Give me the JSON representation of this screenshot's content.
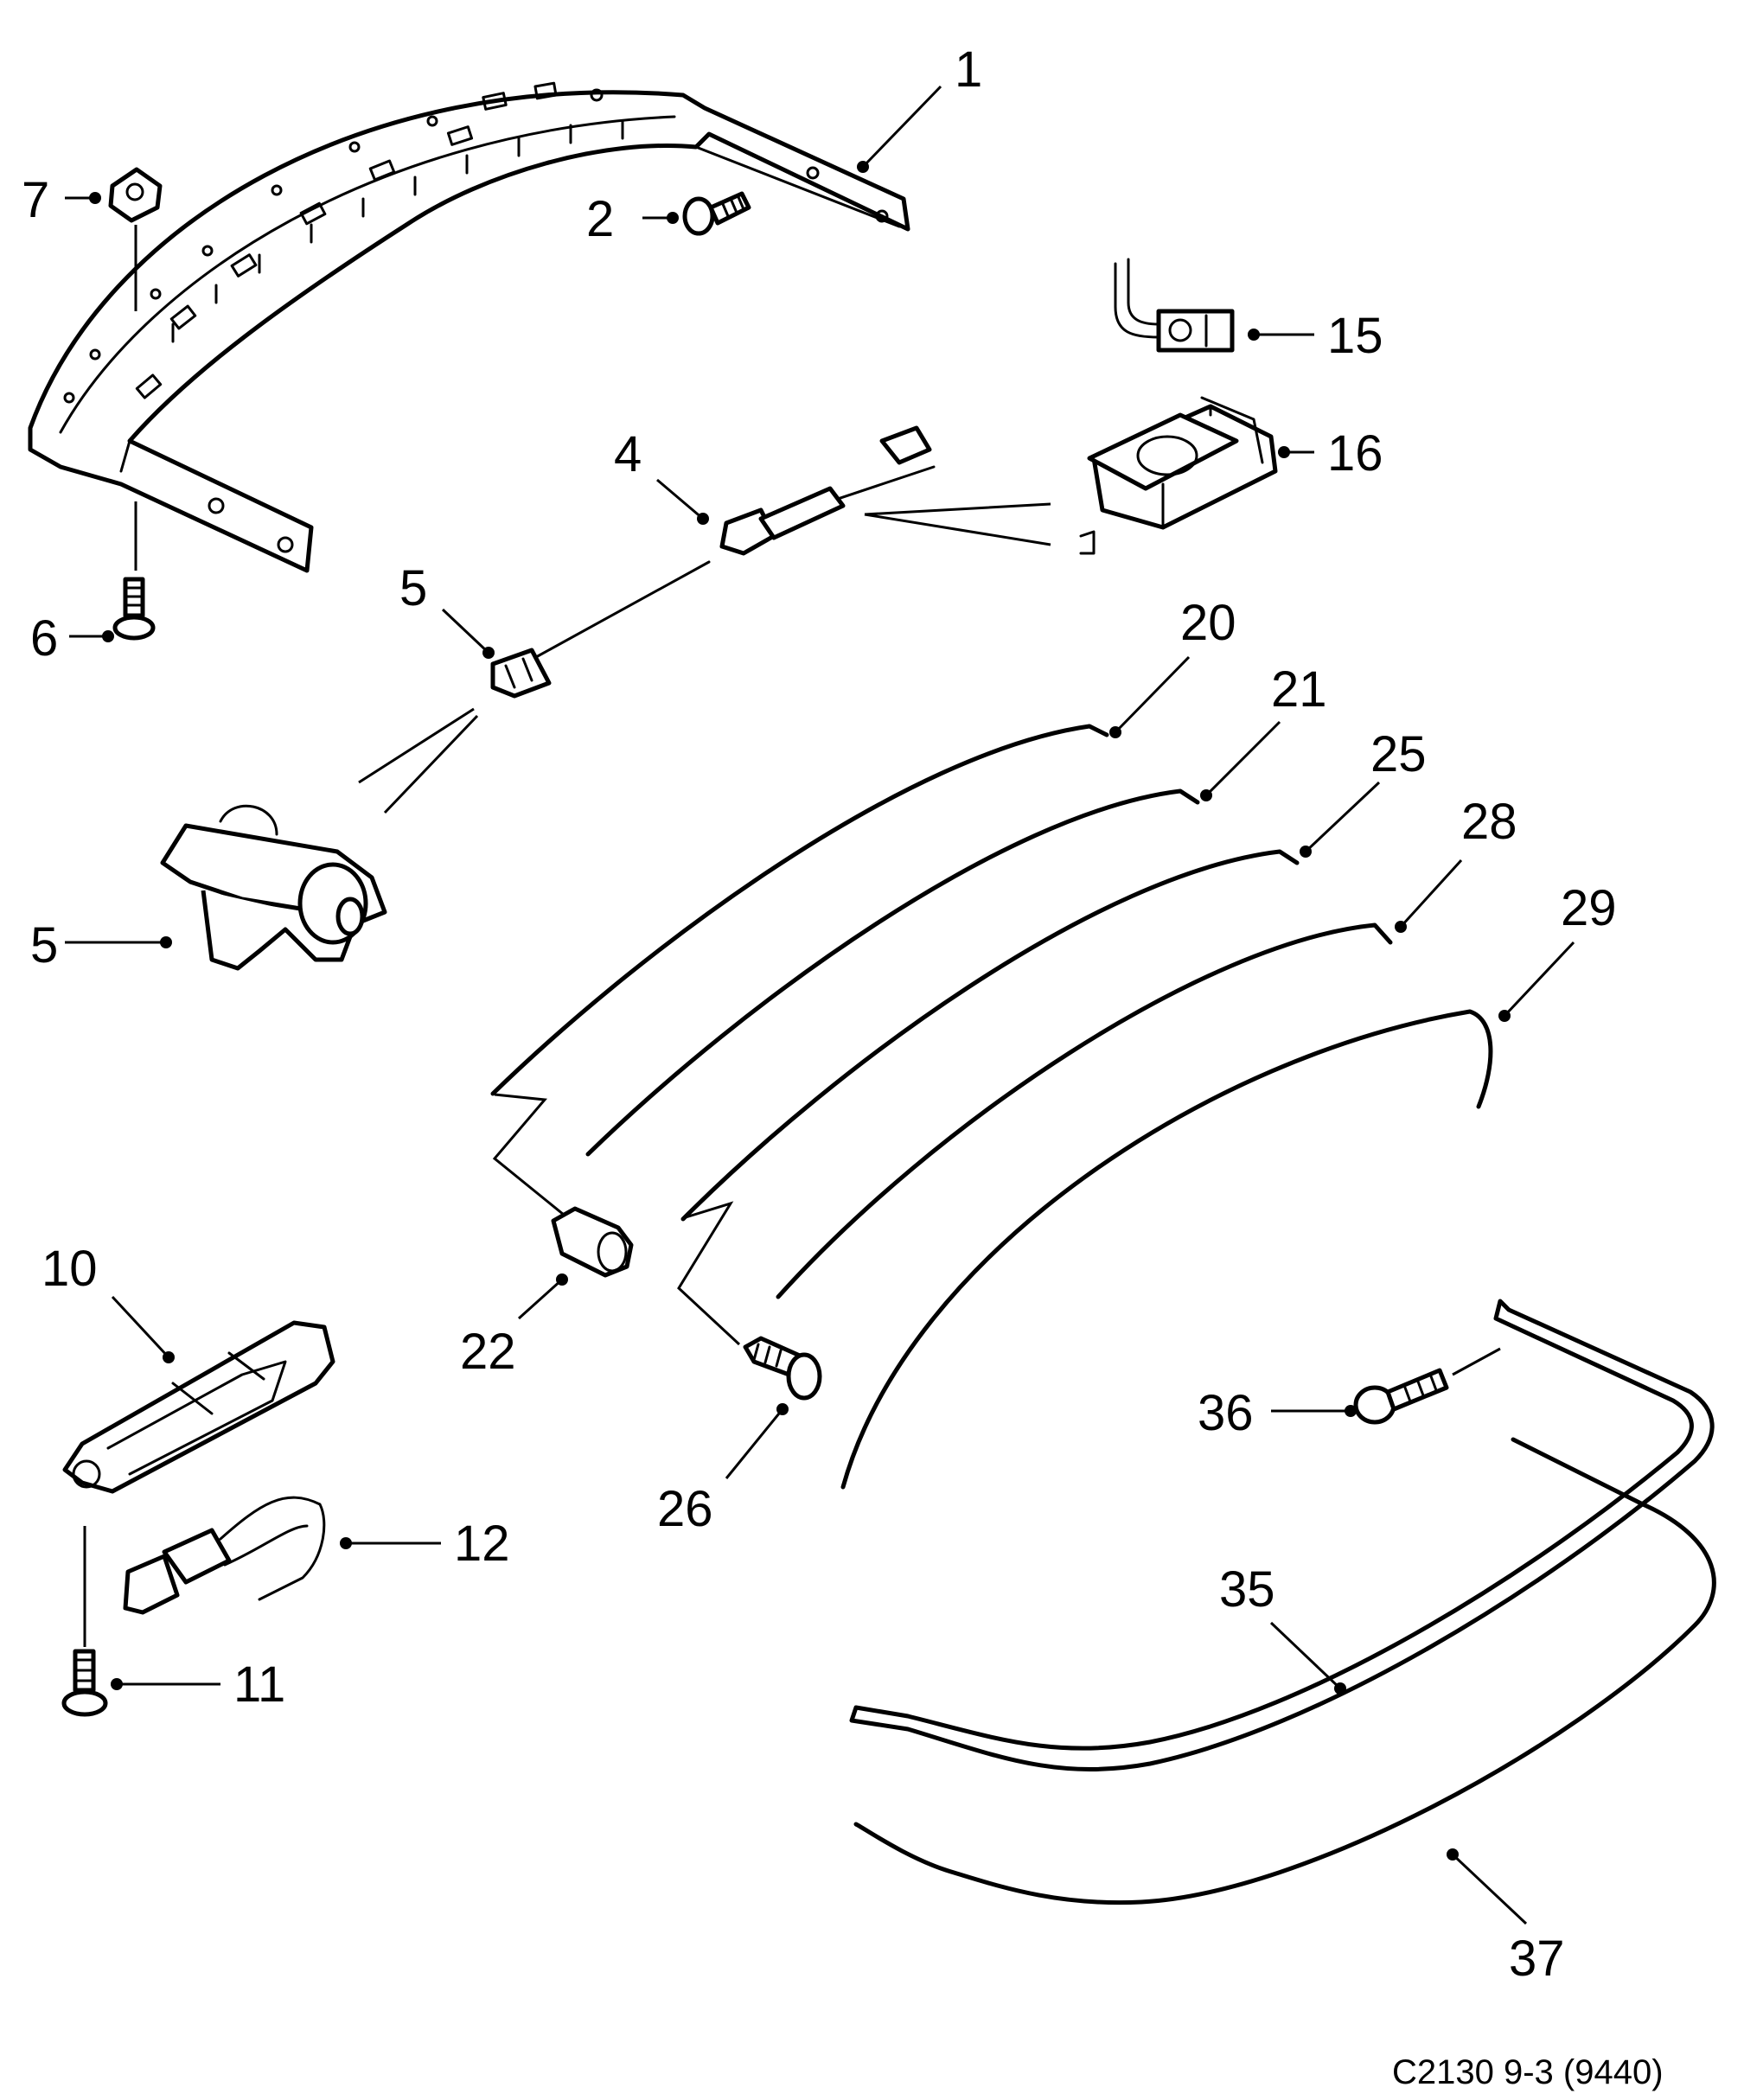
{
  "labels": {
    "p1": "1",
    "p2": "2",
    "p4": "4",
    "p5a": "5",
    "p5b": "5",
    "p6": "6",
    "p7": "7",
    "p10": "10",
    "p11": "11",
    "p12": "12",
    "p15": "15",
    "p16": "16",
    "p20": "20",
    "p21": "21",
    "p22": "22",
    "p25": "25",
    "p26": "26",
    "p28": "28",
    "p29": "29",
    "p35": "35",
    "p36": "36",
    "p37": "37"
  },
  "reference_code": "C2130 9-3 (9440)"
}
